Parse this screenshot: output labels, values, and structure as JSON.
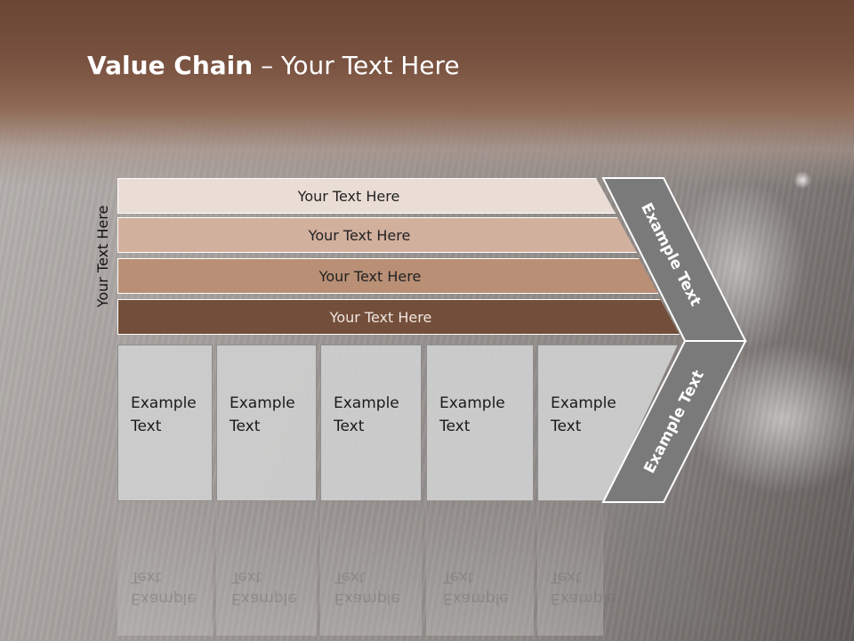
{
  "title": {
    "bold": "Value Chain",
    "rest": " – Your Text Here"
  },
  "side_label": "Your Text Here",
  "bars": [
    {
      "label": "Your Text Here",
      "color": "#eaddd6"
    },
    {
      "label": "Your Text Here",
      "color": "#d2b09e"
    },
    {
      "label": "Your Text Here",
      "color": "#b98f75"
    },
    {
      "label": "Your Text Here",
      "color": "#734e3a"
    }
  ],
  "cells": [
    {
      "line1": "Example",
      "line2": "Text"
    },
    {
      "line1": "Example",
      "line2": "Text"
    },
    {
      "line1": "Example",
      "line2": "Text"
    },
    {
      "line1": "Example",
      "line2": "Text"
    },
    {
      "line1": "Example",
      "line2": "Text"
    }
  ],
  "chevron": {
    "upper_label": "Example Text",
    "lower_label": "Example Text",
    "color": "#7a7a7a"
  }
}
